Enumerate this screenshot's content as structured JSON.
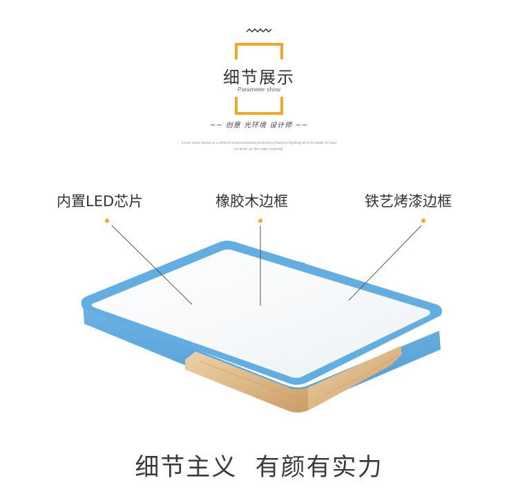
{
  "header": {
    "title": "细节展示",
    "subtitle": "Parameter show",
    "slogan": "~~ 创意 光环境 设计师 ~~",
    "description_line1": "Linen resin lamps is a kind of environmental protection,Fashion lighting art,it is made of natu",
    "description_line2": "ral linen as the main material."
  },
  "callouts": [
    {
      "label": "内置LED芯片"
    },
    {
      "label": "橡胶木边框"
    },
    {
      "label": "铁艺烤漆边框"
    }
  ],
  "footer": {
    "tagline": "细节主义  有颜有实力"
  },
  "colors": {
    "accent": "#f5a623",
    "frame_blue": "#5da8dc",
    "wood": "#e2bf90",
    "text": "#333333"
  }
}
